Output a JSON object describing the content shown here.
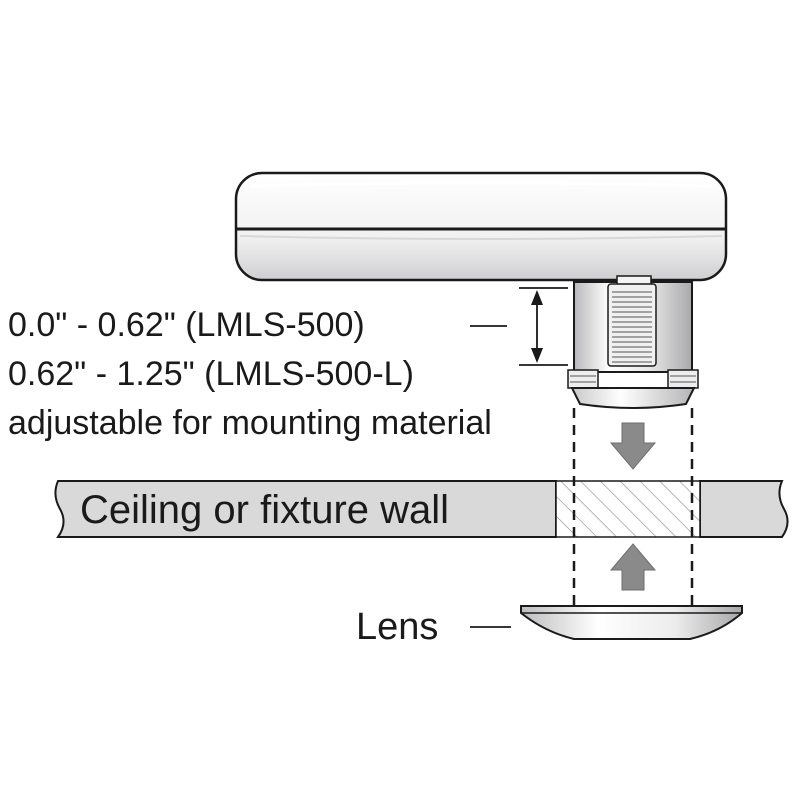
{
  "labels": {
    "range_standard": "0.0\" - 0.62\" (LMLS-500)",
    "range_long": "0.62\" - 1.25\" (LMLS-500-L)",
    "adjustable_note": "adjustable for mounting material",
    "ceiling": "Ceiling or fixture wall",
    "lens": "Lens"
  },
  "colors": {
    "outline": "#1a1a1a",
    "housing_light": "#ffffff",
    "housing_shade": "#c4c4c6",
    "arrow_fill": "#8a8a8a",
    "wall_fill": "#d9d9d9"
  }
}
